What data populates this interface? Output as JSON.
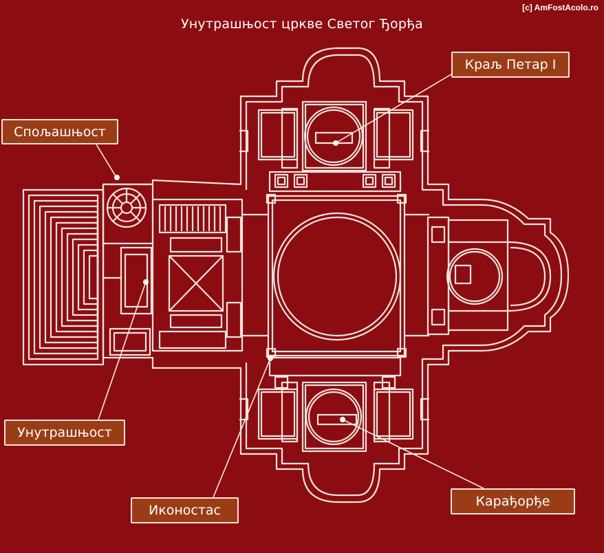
{
  "title": "Унутрашњост цркве Светог Ђорђа",
  "copyright": "[c] AmFostAcolo.ro",
  "colors": {
    "background": "#8b0d12",
    "lines": "#f1e3de",
    "label_fill": "#9a3d17"
  },
  "labels": {
    "kralj_petar": "Краљ Петар I",
    "spoljasnjost": "Спољашњост",
    "unutrasnjost": "Унутрашњост",
    "ikonostas": "Иконостас",
    "karadjordje": "Карађорђе"
  }
}
